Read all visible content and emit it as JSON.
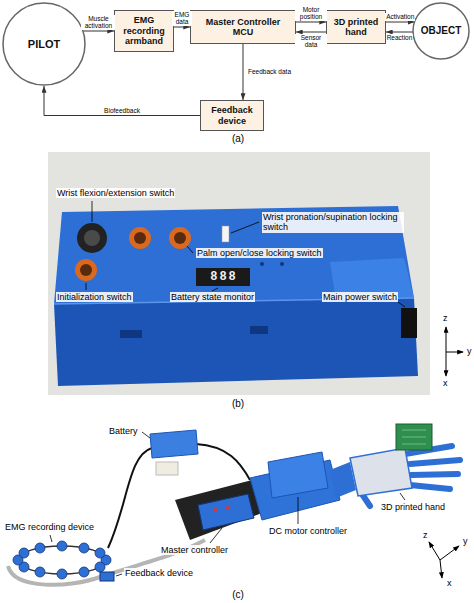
{
  "diagram": {
    "nodes": [
      {
        "text": [
          "PILOT"
        ]
      },
      {
        "text": [
          "EMG recording armband"
        ]
      },
      {
        "text": [
          "Master Controller MCU"
        ]
      },
      {
        "text": [
          "3D printed hand"
        ]
      },
      {
        "text": [
          "OBJECT"
        ]
      },
      {
        "text": [
          "Feedback device"
        ]
      }
    ],
    "edges": [
      {
        "from": 0,
        "to": 1,
        "label": "Muscle activation",
        "arrow": "to"
      },
      {
        "from": 1,
        "to": 2,
        "label": "EMG data",
        "arrow": "to"
      },
      {
        "from": 2,
        "to": 3,
        "label": "Motor position",
        "arrow": "to"
      },
      {
        "from": 3,
        "to": 2,
        "label": "Sensor data",
        "arrow": "to"
      },
      {
        "from": 3,
        "to": 4,
        "label": "Activation",
        "arrow": "to"
      },
      {
        "from": 4,
        "to": 3,
        "label": "Reaction",
        "arrow": "to"
      },
      {
        "from": 2,
        "to": 5,
        "label": "Feedback data",
        "arrow": "to"
      },
      {
        "from": 5,
        "to": 0,
        "label": "Biofeedback",
        "arrow": "to"
      }
    ],
    "labels": [
      "(a)",
      "Wrist flexion/extension switch",
      "Wrist pronation/supination locking switch",
      "Palm open/close locking switch",
      "888",
      "Initialization switch",
      "Battery state monitor",
      "Main power switch",
      "z",
      "y",
      "x",
      "(b)",
      "Battery",
      "3D printed hand",
      "DC motor controller",
      "EMG recording device",
      "Master controller",
      "Feedback device",
      "z",
      "y",
      "x",
      "(c)"
    ]
  }
}
